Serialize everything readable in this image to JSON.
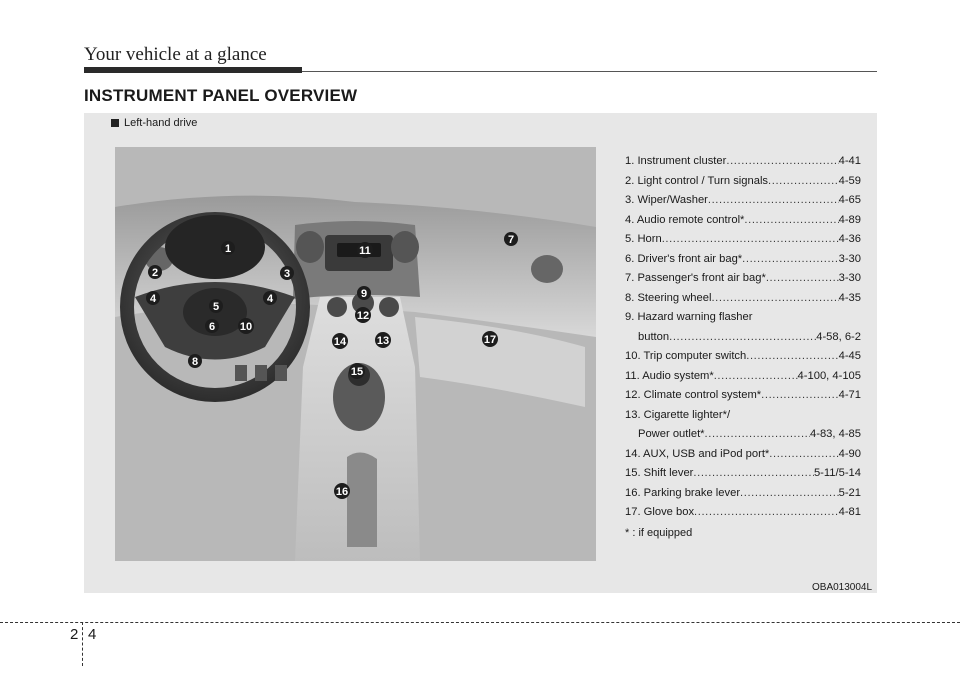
{
  "header": {
    "chapter_title": "Your vehicle at a glance"
  },
  "section": {
    "title": "INSTRUMENT PANEL OVERVIEW"
  },
  "panel": {
    "drive_label": "Left-hand drive",
    "image_code": "OBA013004L"
  },
  "callouts": [
    "1",
    "2",
    "3",
    "4",
    "4",
    "5",
    "6",
    "7",
    "8",
    "9",
    "10",
    "11",
    "12",
    "13",
    "14",
    "15",
    "16",
    "17"
  ],
  "items": [
    {
      "label": "1. Instrument cluster",
      "page": "4-41"
    },
    {
      "label": "2. Light control / Turn signals",
      "page": "4-59"
    },
    {
      "label": "3. Wiper/Washer",
      "page": "4-65"
    },
    {
      "label": "4. Audio remote control*",
      "page": "4-89"
    },
    {
      "label": "5. Horn",
      "page": "4-36"
    },
    {
      "label": "6. Driver's front air bag*",
      "page": "3-30"
    },
    {
      "label": "7. Passenger's front air bag*",
      "page": "3-30"
    },
    {
      "label": "8. Steering wheel",
      "page": "4-35"
    },
    {
      "label": "9. Hazard warning flasher",
      "label2": "button",
      "page": "4-58, 6-2"
    },
    {
      "label": "10. Trip computer switch",
      "page": "4-45"
    },
    {
      "label": "11. Audio system*",
      "page": "4-100, 4-105"
    },
    {
      "label": "12. Climate control system*",
      "page": "4-71"
    },
    {
      "label": "13. Cigarette lighter*/",
      "label2": "Power outlet*",
      "page": "4-83, 4-85"
    },
    {
      "label": "14. AUX, USB and iPod port*",
      "page": "4-90"
    },
    {
      "label": "15. Shift lever",
      "page": "5-11/5-14"
    },
    {
      "label": "16. Parking brake lever",
      "page": "5-21"
    },
    {
      "label": "17. Glove box",
      "page": "4-81"
    }
  ],
  "footnote": "* : if equipped",
  "footer": {
    "chapter_number": "2",
    "page_number": "4"
  }
}
